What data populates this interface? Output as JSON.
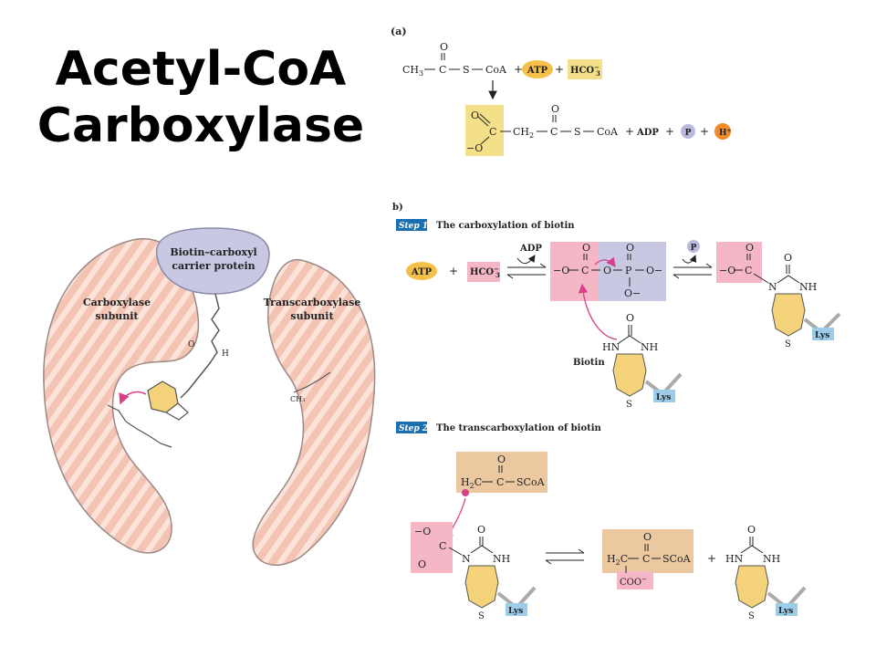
{
  "slide_title": {
    "line1": "Acetyl-CoA",
    "line2": "Carboxylase"
  },
  "colors": {
    "pink": "#f5b7c5",
    "yellow": "#f5d37a",
    "lavender": "#c8c8e2",
    "tan": "#ebc8a0",
    "step_blue": "#1a6fb0",
    "lys_blue": "#9ccce8",
    "protein_pink": "#f3c3b4"
  },
  "left_diagram": {
    "carrier_label": [
      "Biotin–carboxyl",
      "carrier protein"
    ],
    "carboxylase_label": [
      "Carboxylase",
      "subunit"
    ],
    "transcarboxylase_label": [
      "Transcarboxylase",
      "subunit"
    ]
  },
  "panel_a": {
    "label": "(a)",
    "eq1": {
      "ch3": "CH",
      "sub3": "3",
      "c": "C",
      "s": "S",
      "coa": "CoA",
      "o": "O",
      "plus1": "+",
      "atp": "ATP",
      "plus2": "+",
      "hco3": "HCO",
      "hco3_sup": "−",
      "hco3_sub": "3"
    },
    "eq2": {
      "o_top": "O",
      "o_minus": "−O",
      "c": "C",
      "ch2": "CH",
      "sub2": "2",
      "c2": "C",
      "o2": "O",
      "s": "S",
      "coa": "CoA",
      "plus1": "+",
      "adp": "ADP",
      "plus2": "+",
      "p": "P",
      "plus3": "+",
      "h": "H",
      "h_sup": "+"
    }
  },
  "panel_b": {
    "label": "b)",
    "step1": {
      "badge": "Step 1",
      "title": "The carboxylation of biotin",
      "atp": "ATP",
      "plus": "+",
      "hco3": "HCO",
      "hco3_sup": "−",
      "hco3_sub": "3",
      "adp": "ADP",
      "p": "P",
      "biotin_label": "Biotin",
      "hn": "HN",
      "nh": "NH",
      "n": "N",
      "s": "S",
      "lys": "Lys",
      "o": "O",
      "c": "C",
      "o_minus": "−O",
      "o_minus2": "O−",
      "p_atom": "P"
    },
    "step2": {
      "badge": "Step 2",
      "title": "The transcarboxylation of biotin",
      "h2c": "H",
      "h2c_sub": "2",
      "h2c_c": "C",
      "c": "C",
      "scoa": "SCoA",
      "o": "O",
      "o_minus": "−O",
      "n": "N",
      "nh": "NH",
      "hn": "HN",
      "s": "S",
      "lys": "Lys",
      "coo": "COO",
      "coo_sup": "−",
      "plus": "+"
    }
  }
}
